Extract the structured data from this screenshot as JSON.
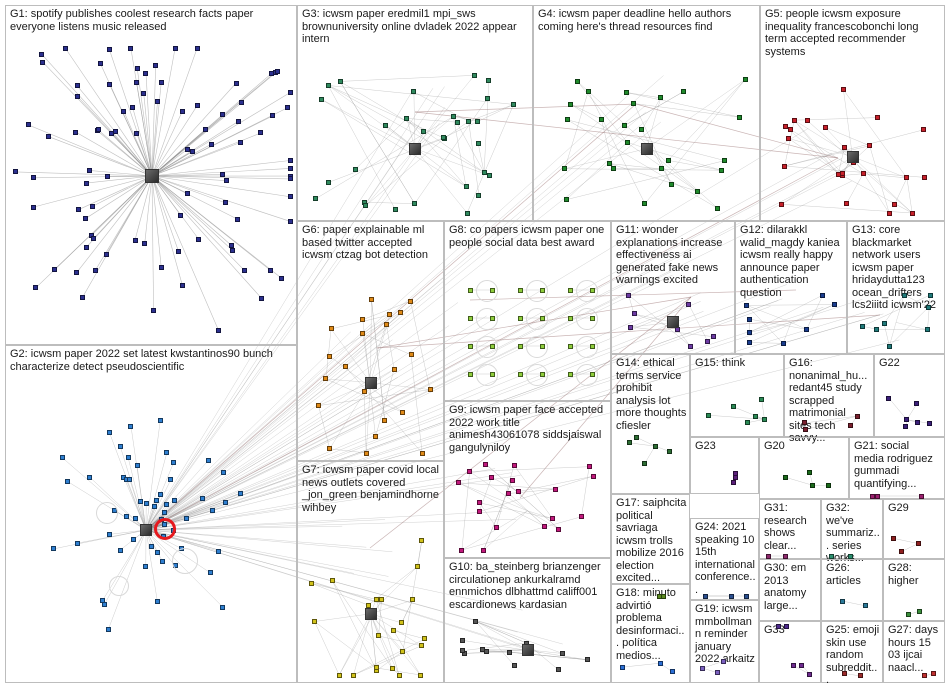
{
  "colors": {
    "G1": "#2b2f8f",
    "G2": "#2e7fd1",
    "G3": "#2f8a5e",
    "G4": "#1f8a2b",
    "G5": "#c8202a",
    "G6": "#e08a17",
    "G7": "#d1c21a",
    "G8": "#8fce3c",
    "G9": "#c2187c",
    "G10": "#555555",
    "G11": "#6c3aa3",
    "G12": "#1a3d8f",
    "G13": "#1f7a7a",
    "G14": "#2d6e34",
    "G15": "#2a8a55",
    "G16": "#7a1f2e",
    "G17": "#5a8a1f",
    "G18": "#2b6fd6",
    "G19": "#7a5fc0",
    "G20": "#1a6a1a",
    "G21": "#9b1f6e",
    "G22": "#3b1f7a",
    "G23": "#5a1f7a",
    "G24": "#2b4f8f",
    "G25": "#9a2b2b",
    "G26": "#2b7a9a",
    "G27": "#c03030",
    "G28": "#3a8f3a",
    "G29": "#8f1f1f",
    "G30": "#4f2b8f",
    "G31": "#8f2b6e",
    "G32": "#2b8f6e",
    "G33": "#6e2b8f"
  },
  "groups": [
    {
      "id": "G1",
      "label": "G1: spotify publishes coolest research facts paper everyone listens music released"
    },
    {
      "id": "G2",
      "label": "G2: icwsm paper 2022 set latest kwstantinos90 bunch characterize detect pseudoscientific"
    },
    {
      "id": "G3",
      "label": "G3: icwsm paper eredmil1 mpi_sws brownuniversity online dvladek 2022 appear intern"
    },
    {
      "id": "G4",
      "label": "G4: icwsm paper deadline hello authors coming here's thread resources find"
    },
    {
      "id": "G5",
      "label": "G5: people icwsm exposure inequality francescobonchi long term accepted recommender systems"
    },
    {
      "id": "G6",
      "label": "G6: paper explainable ml based twitter accepted icwsm ctzag bot detection"
    },
    {
      "id": "G7",
      "label": "G7: icwsm paper covid local news outlets covered _jon_green benjamindhorne wihbey"
    },
    {
      "id": "G8",
      "label": "G8: co papers icwsm paper one people social data best award"
    },
    {
      "id": "G9",
      "label": "G9: icwsm paper face accepted 2022 work title animesh43061078 siddsjaiswal gangulyniloy"
    },
    {
      "id": "G10",
      "label": "G10: ba_steinberg brianzenger circulationep ankurkalramd ennmichos dlbhattmd califf001 escardionews kardasian"
    },
    {
      "id": "G11",
      "label": "G11: wonder explanations increase effectiveness ai generated fake news warnings excited"
    },
    {
      "id": "G12",
      "label": "G12: dilarakkl walid_magdy kaniea icwsm really happy announce paper authentication question"
    },
    {
      "id": "G13",
      "label": "G13: core blackmarket network users icwsm paper hridaydutta123 ocean_drifters lcs2iiitd icwsm'22"
    },
    {
      "id": "G14",
      "label": "G14: ethical terms service prohibit analysis lot more thoughts cfiesler"
    },
    {
      "id": "G15",
      "label": "G15: think"
    },
    {
      "id": "G16",
      "label": "G16: nonanimal_hu... redant45 study scrapped matrimonial sites tech savvy..."
    },
    {
      "id": "G22",
      "label": "G22"
    },
    {
      "id": "G23",
      "label": "G23"
    },
    {
      "id": "G20",
      "label": "G20"
    },
    {
      "id": "G21",
      "label": "G21: social media rodriguez gummadi quantifying..."
    },
    {
      "id": "G17",
      "label": "G17: saiphcita political savriaga icwsm trolls mobilize 2016 election excited..."
    },
    {
      "id": "G31",
      "label": "G31: research shows clear..."
    },
    {
      "id": "G32",
      "label": "G32: we've summariz... series works..."
    },
    {
      "id": "G29",
      "label": "G29"
    },
    {
      "id": "G24",
      "label": "G24: 2021 speaking 10 15th international conference..."
    },
    {
      "id": "G30",
      "label": "G30: em 2013 anatomy large..."
    },
    {
      "id": "G26",
      "label": "G26: articles"
    },
    {
      "id": "G28",
      "label": "G28: higher"
    },
    {
      "id": "G18",
      "label": "G18: minuto advirtió problema desinformaci... política medios..."
    },
    {
      "id": "G19",
      "label": "G19: icwsm mmbollmann reminder january 2022 arkaitz"
    },
    {
      "id": "G33",
      "label": "G33"
    },
    {
      "id": "G25",
      "label": "G25: emoji skin use random subreddit..."
    },
    {
      "id": "G27",
      "label": "G27: days hours 15 03 ijcai naacl..."
    }
  ]
}
